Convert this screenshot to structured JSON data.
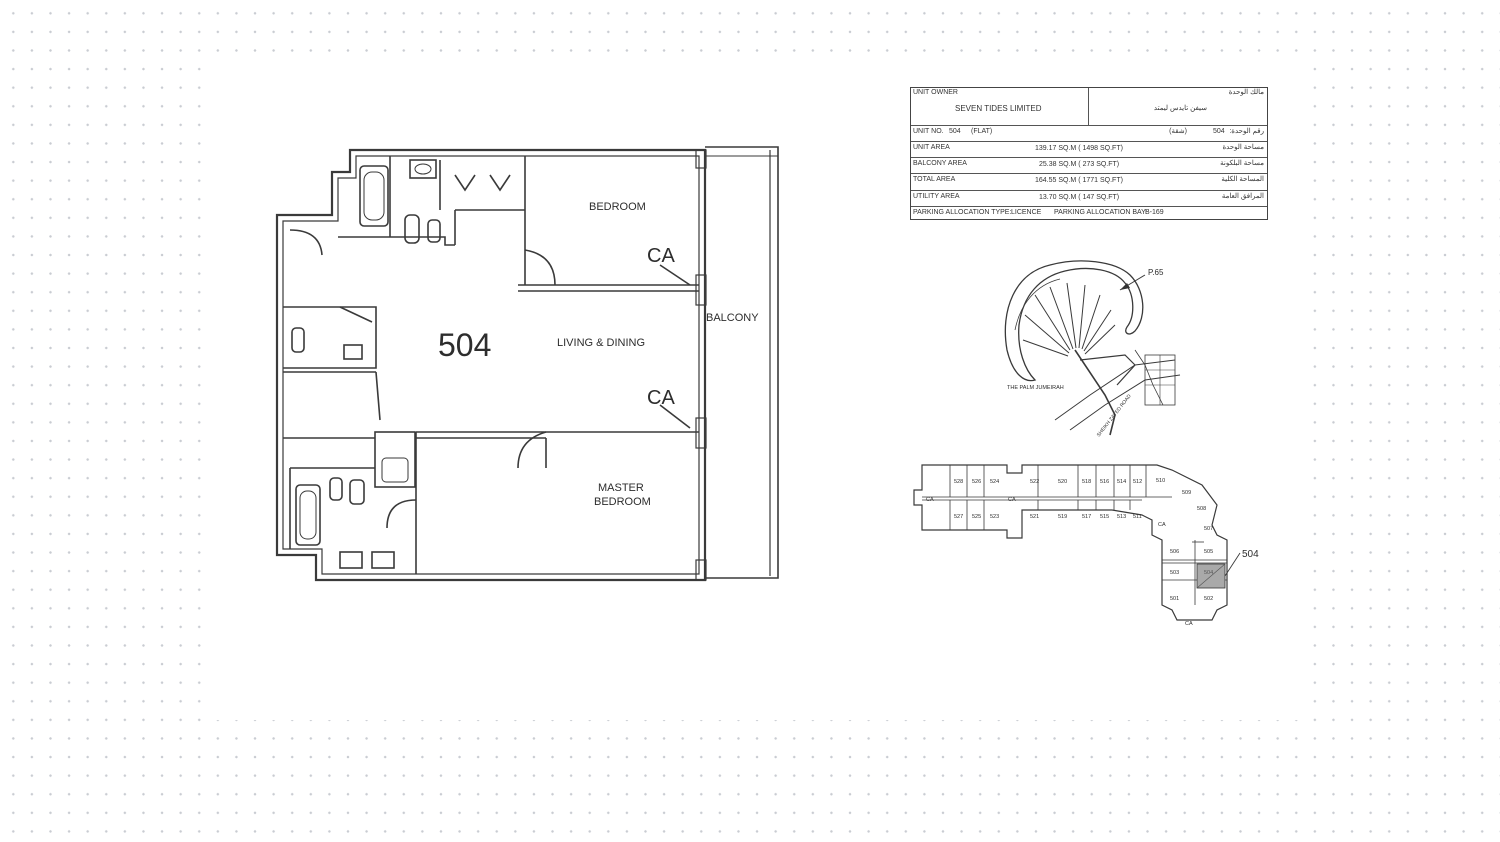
{
  "floor_plan": {
    "unit_number": "504",
    "rooms": {
      "bedroom": "BEDROOM",
      "living_dining": "LIVING & DINING",
      "master_bedroom_line1": "MASTER",
      "master_bedroom_line2": "BEDROOM",
      "balcony": "BALCONY"
    },
    "ca_label_1": "CA",
    "ca_label_2": "CA"
  },
  "info_table": {
    "owner_label": "UNIT OWNER",
    "owner_value": "SEVEN TIDES LIMITED",
    "owner_label_ar": "مالك الوحدة",
    "owner_value_ar": "سيفن تايدس ليمتد",
    "unit_no_label": "UNIT NO.",
    "unit_no_value": "504",
    "unit_type": "(FLAT)",
    "unit_no_label_ar": "رقم الوحدة:",
    "unit_no_value_ar": "504",
    "unit_type_ar": "(شقة)",
    "unit_area_label": "UNIT AREA",
    "unit_area_value": "139.17 SQ.M ( 1498 SQ.FT)",
    "unit_area_label_ar": "مساحة الوحدة",
    "balcony_area_label": "BALCONY AREA",
    "balcony_area_value": "25.38 SQ.M ( 273 SQ.FT)",
    "balcony_area_label_ar": "مساحة البلكونة",
    "total_area_label": "TOTAL AREA",
    "total_area_value": "164.55 SQ.M ( 1771 SQ.FT)",
    "total_area_label_ar": "المساحة الكلية",
    "utility_area_label": "UTILITY AREA",
    "utility_area_value": "13.70 SQ.M ( 147 SQ.FT)",
    "utility_area_label_ar": "المرافق العامة",
    "parking_type_label": "PARKING ALLOCATION TYPE:",
    "parking_type_value": "LICENCE",
    "parking_bay_label": "PARKING ALLOCATION BAY:",
    "parking_bay_value": "B-169"
  },
  "location_map": {
    "pointer_label": "P.65",
    "palm_label": "THE PALM JUMEIRAH",
    "road_label": "SHEIKH ZAYED ROAD"
  },
  "key_plan": {
    "ca_labels": [
      "CA",
      "CA",
      "CA",
      "CA"
    ],
    "units_top_left": [
      "528",
      "526",
      "524"
    ],
    "units_top_mid": [
      "522",
      "520",
      "518",
      "516",
      "514",
      "512"
    ],
    "units_bottom_left": [
      "527",
      "525",
      "523"
    ],
    "units_bottom_mid": [
      "521",
      "519",
      "517",
      "515",
      "513",
      "511"
    ],
    "units_wing": [
      "510",
      "509",
      "508",
      "507"
    ],
    "units_tower": [
      "506",
      "505",
      "503",
      "504",
      "501",
      "502"
    ],
    "highlight_label": "504"
  }
}
